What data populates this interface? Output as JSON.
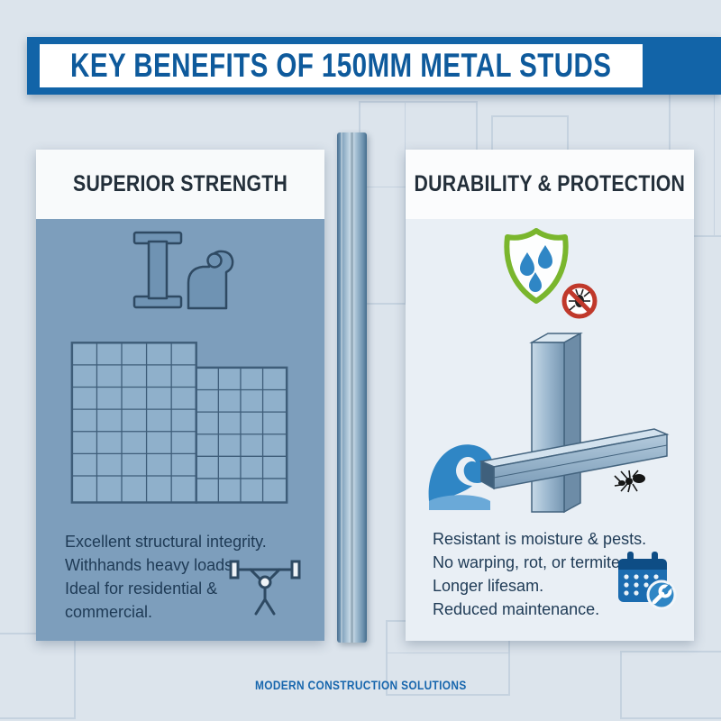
{
  "header": {
    "title": "KEY BENEFITS OF 150MM METAL STUDS"
  },
  "panels": {
    "left": {
      "title": "SUPERIOR STRENGTH",
      "lines": [
        "Excellent structural integrity.",
        "Withhands heavy loads.",
        "Ideal for residential &",
        "commercial."
      ],
      "icons": [
        "ibeam-flex-arm-icon",
        "steel-frame-building-illustration",
        "weightlifter-icon"
      ]
    },
    "right": {
      "title": "DURABILITY & PROTECTION",
      "lines": [
        "Resistant is moisture & pests.",
        "No warping, rot, or termites.",
        "Longer lifesam.",
        "Reduced maintenance."
      ],
      "icons": [
        "shield-moisture-pest-icon",
        "stud-wave-ant-illustration",
        "calendar-wrench-icon"
      ]
    }
  },
  "divider": {
    "icon": "vertical-metal-stud-illustration"
  },
  "footer": {
    "brand": "MODERN CONSTRUCTION SOLUTIONS"
  },
  "colors": {
    "banner_blue": "#1264a8",
    "title_blue": "#0e5a9c",
    "left_panel_blue": "#7d9ebc",
    "panel_header_white": "#f8fafb",
    "right_panel_bg": "#e9eff5",
    "body_text": "#1e3a55",
    "shield_green": "#7ab62d",
    "water_blue": "#2f86c5",
    "alert_red": "#c0392b",
    "calendar_blue": "#1b6cb0",
    "background": "#dce4ec"
  }
}
